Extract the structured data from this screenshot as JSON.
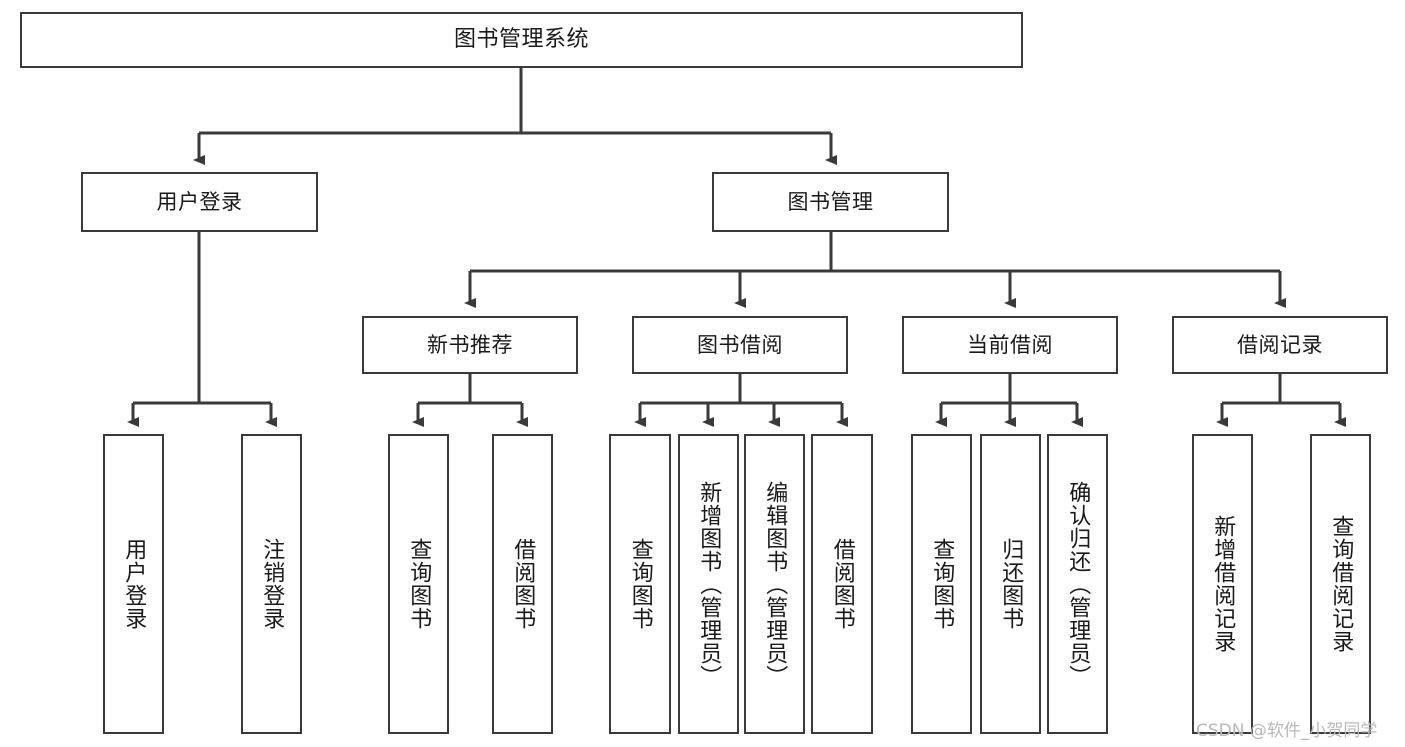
{
  "diagram": {
    "title": "图书管理系统",
    "type": "tree-structure-chart",
    "root": {
      "label": "图书管理系统"
    },
    "level2": [
      {
        "label": "用户登录"
      },
      {
        "label": "图书管理"
      }
    ],
    "level3": [
      {
        "label": "新书推荐"
      },
      {
        "label": "图书借阅"
      },
      {
        "label": "当前借阅"
      },
      {
        "label": "借阅记录"
      }
    ],
    "leaves": {
      "user_login": [
        {
          "label": "用户登录"
        },
        {
          "label": "注销登录"
        }
      ],
      "new_book_recommend": [
        {
          "label": "查询图书"
        },
        {
          "label": "借阅图书"
        }
      ],
      "book_borrow": [
        {
          "label": "查询图书"
        },
        {
          "label": "新增图书（管理员）"
        },
        {
          "label": "编辑图书（管理员）"
        },
        {
          "label": "借阅图书"
        }
      ],
      "current_borrow": [
        {
          "label": "查询图书"
        },
        {
          "label": "归还图书"
        },
        {
          "label": "确认归还（管理员）"
        }
      ],
      "borrow_record": [
        {
          "label": "新增借阅记录"
        },
        {
          "label": "查询借阅记录"
        }
      ]
    },
    "watermark": "CSDN @软件_小贺同学",
    "colors": {
      "stroke": "#3a3a3a",
      "fill": "#ffffff",
      "text": "#1a1a1a",
      "watermark": "#b9b9b9"
    }
  }
}
